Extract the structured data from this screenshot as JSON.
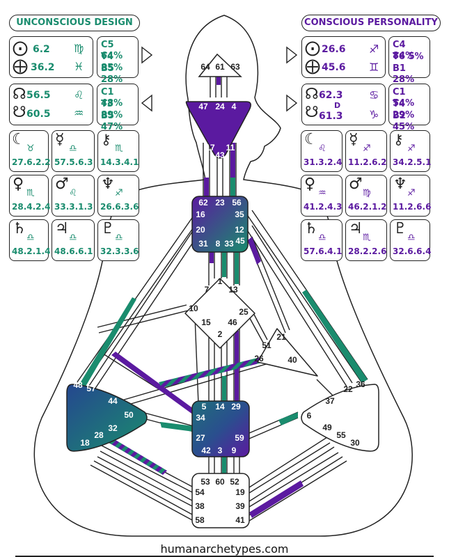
{
  "headers": {
    "left": "UNCONSCIOUS DESIGN",
    "right": "CONSCIOUS PERSONALITY"
  },
  "colors": {
    "design": "#1a8c6e",
    "personality": "#5b1aa0",
    "line": "#222222",
    "center_gradient_a": "#5b1aa0",
    "center_gradient_b": "#1a8c6e"
  },
  "design": {
    "sun": {
      "value": "6.2",
      "sign": "♍"
    },
    "earth": {
      "value": "36.2",
      "sign": "♓"
    },
    "sun_pct": [
      "C5 64%",
      "T4 85%",
      "B5 28%"
    ],
    "north_node": {
      "value": "56.5",
      "sign": "♌"
    },
    "south_node": {
      "value": "60.5",
      "sign": "♒"
    },
    "node_pct": [
      "C1 48%",
      "T3 89%",
      "B5 47%"
    ],
    "planets_row1": [
      {
        "planet": "moon",
        "sign": "♉",
        "value": "27.6.2.2"
      },
      {
        "planet": "mercury",
        "sign": "♎",
        "value": "57.5.6.3"
      },
      {
        "planet": "chiron",
        "sign": "♏",
        "value": "14.3.4.1"
      }
    ],
    "planets_row2": [
      {
        "planet": "venus",
        "sign": "♏",
        "value": "28.4.2.4"
      },
      {
        "planet": "mars",
        "sign": "♌",
        "value": "33.3.1.3"
      },
      {
        "planet": "neptune",
        "sign": "♐",
        "value": "26.6.3.6"
      }
    ],
    "planets_row3": [
      {
        "planet": "saturn",
        "sign": "♎",
        "value": "48.2.1.4"
      },
      {
        "planet": "jupiter",
        "sign": "♎",
        "value": "48.6.6.1"
      },
      {
        "planet": "pluto",
        "sign": "♎",
        "value": "32.3.3.6"
      }
    ]
  },
  "personality": {
    "sun": {
      "value": "26.6",
      "sign": "♐"
    },
    "earth": {
      "value": "45.6",
      "sign": "♊"
    },
    "sun_pct": [
      "C4 84%",
      "T6 5%",
      "B1 28%"
    ],
    "north_node": {
      "value": "62.3",
      "sign": "♋"
    },
    "south_node": {
      "value": "61.3",
      "sign": "♑"
    },
    "node_mark": "D",
    "node_pct": [
      "C1 54%",
      "T4 29%",
      "B2 45%"
    ],
    "planets_row1": [
      {
        "planet": "moon",
        "sign": "♌",
        "value": "31.3.2.4"
      },
      {
        "planet": "mercury",
        "sign": "♐",
        "value": "11.2.6.2"
      },
      {
        "planet": "chiron",
        "sign": "♐",
        "value": "34.2.5.1"
      }
    ],
    "planets_row2": [
      {
        "planet": "venus",
        "sign": "♒",
        "value": "41.2.4.3"
      },
      {
        "planet": "mars",
        "sign": "♍",
        "value": "46.2.1.2"
      },
      {
        "planet": "neptune",
        "sign": "♐",
        "value": "11.2.6.6"
      }
    ],
    "planets_row3": [
      {
        "planet": "saturn",
        "sign": "♎",
        "value": "57.6.4.1"
      },
      {
        "planet": "jupiter",
        "sign": "♏",
        "value": "28.2.2.6"
      },
      {
        "planet": "pluto",
        "sign": "♎",
        "value": "32.6.6.4"
      }
    ]
  },
  "gates": {
    "head": [
      "64",
      "61",
      "63"
    ],
    "ajna": [
      "47",
      "24",
      "4",
      "17",
      "43",
      "11"
    ],
    "throat": [
      "62",
      "23",
      "56",
      "16",
      "35",
      "20",
      "12",
      "31",
      "8",
      "33",
      "45"
    ],
    "g": [
      "7",
      "1",
      "13",
      "10",
      "25",
      "15",
      "2",
      "46"
    ],
    "ego": [
      "51",
      "21",
      "26",
      "40"
    ],
    "spleen": [
      "48",
      "57",
      "44",
      "50",
      "32",
      "28",
      "18"
    ],
    "sacral": [
      "5",
      "14",
      "29",
      "34",
      "27",
      "59",
      "42",
      "3",
      "9"
    ],
    "solar_plexus": [
      "36",
      "22",
      "37",
      "6",
      "49",
      "55",
      "30"
    ],
    "root": [
      "53",
      "60",
      "52",
      "54",
      "19",
      "38",
      "39",
      "58",
      "41"
    ]
  },
  "footer": "humanarchetypes.com"
}
